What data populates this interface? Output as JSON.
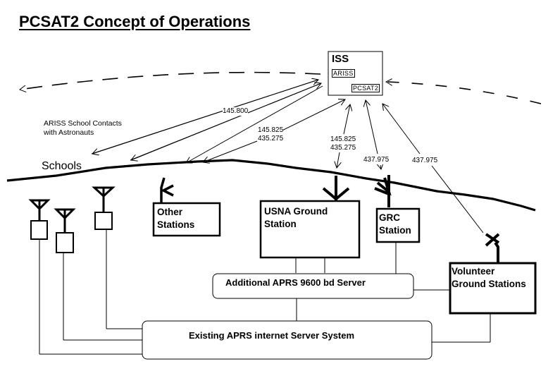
{
  "title": "PCSAT2 Concept of Operations",
  "iss": {
    "label": "ISS",
    "payloads": [
      "ARISS",
      "PCSAT2"
    ]
  },
  "annotations": {
    "school_contacts": [
      "ARISS School Contacts",
      "with Astronauts"
    ],
    "schools": "Schools"
  },
  "frequencies": {
    "school_link": "145.800",
    "other_link": [
      "145.825",
      "435.275"
    ],
    "usna_link": [
      "145.825",
      "435.275"
    ],
    "grc_link": "437.975",
    "volunteer_link": "437.975"
  },
  "stations": {
    "other": [
      "Other",
      "Stations"
    ],
    "usna": [
      "USNA Ground",
      "Station"
    ],
    "grc": [
      "GRC",
      "Station"
    ],
    "volunteer": [
      "Volunteer",
      "Ground Stations"
    ]
  },
  "servers": {
    "additional": "Additional APRS 9600 bd Server",
    "existing": "Existing APRS internet Server System"
  },
  "colors": {
    "ink": "#000000",
    "background": "#ffffff"
  }
}
